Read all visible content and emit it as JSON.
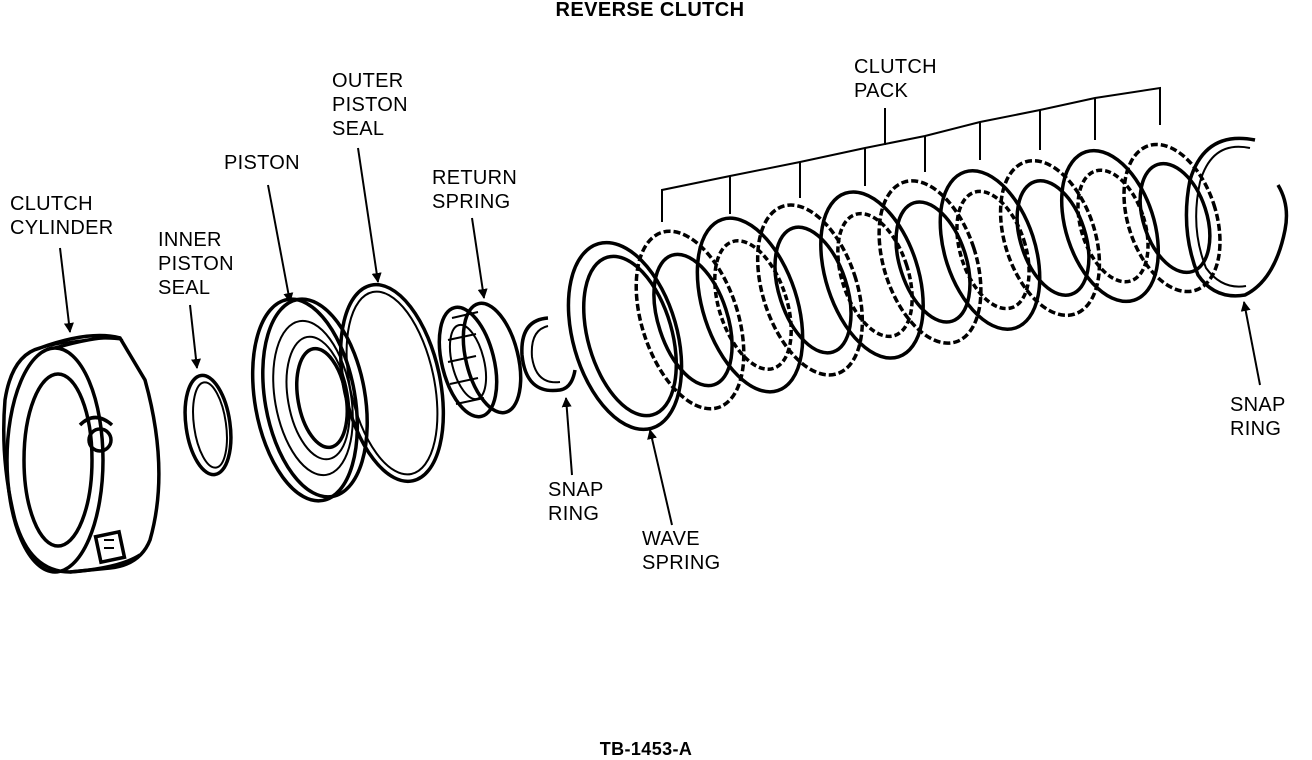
{
  "title": "REVERSE CLUTCH",
  "figure_id": "TB-1453-A",
  "labels": {
    "clutch_cylinder": [
      "CLUTCH",
      "CYLINDER"
    ],
    "inner_piston_seal": [
      "INNER",
      "PISTON",
      "SEAL"
    ],
    "piston": [
      "PISTON"
    ],
    "outer_piston_seal": [
      "OUTER",
      "PISTON",
      "SEAL"
    ],
    "return_spring": [
      "RETURN",
      "SPRING"
    ],
    "snap_ring_inner": [
      "SNAP",
      "RING"
    ],
    "wave_spring": [
      "WAVE",
      "SPRING"
    ],
    "clutch_pack": [
      "CLUTCH",
      "PACK"
    ],
    "snap_ring_outer": [
      "SNAP",
      "RING"
    ]
  }
}
